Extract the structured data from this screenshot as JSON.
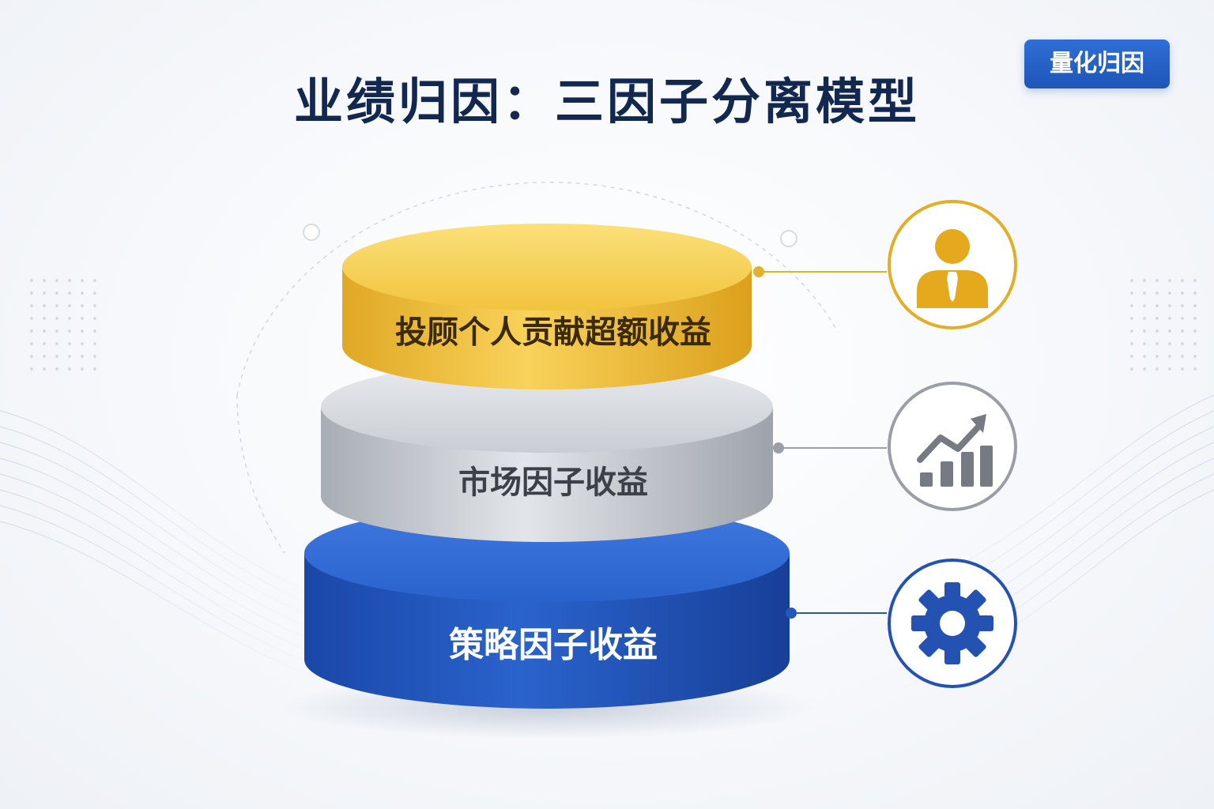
{
  "header": {
    "title": "业绩归因：三因子分离模型",
    "badge": "量化归因"
  },
  "layers": [
    {
      "label": "投顾个人贡献超额收益",
      "color": "#f2c23a",
      "icon": "person-icon"
    },
    {
      "label": "市场因子收益",
      "color": "#c9cdd4",
      "icon": "rising-chart-icon"
    },
    {
      "label": "策略因子收益",
      "color": "#1f56bf",
      "icon": "gear-icon"
    }
  ]
}
